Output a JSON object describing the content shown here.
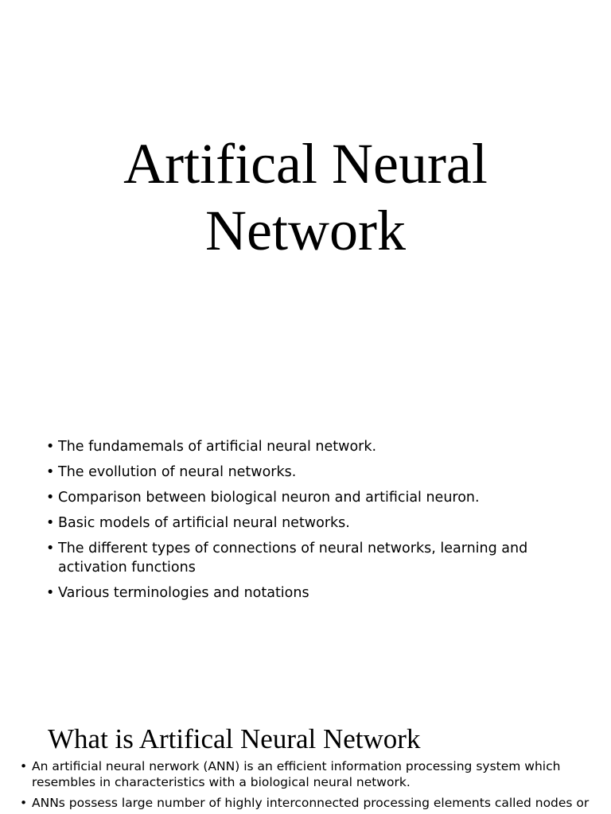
{
  "slides": {
    "title_slide": {
      "title_line1": "Artifical Neural",
      "title_line2": "Network"
    },
    "outline_slide": {
      "bullet_char": "•",
      "items": [
        "The fundamemals of artificial neural network.",
        "The evollution of neural networks.",
        "Comparison between biological neuron and artificial neuron.",
        "Basic models of artificial neural networks.",
        "The different types of connections of neural networks, learning and activation functions",
        "Various terminologies and notations"
      ]
    },
    "what_is_slide": {
      "title": "What is Artifical Neural Network",
      "bullet_char": "•",
      "items": [
        "An artificial neural nerwork (ANN) is an efficient information processing system which resembles in characteristics with a biological neural network.",
        "ANNs possess large number of highly interconnected processing elements called nodes or"
      ]
    }
  }
}
